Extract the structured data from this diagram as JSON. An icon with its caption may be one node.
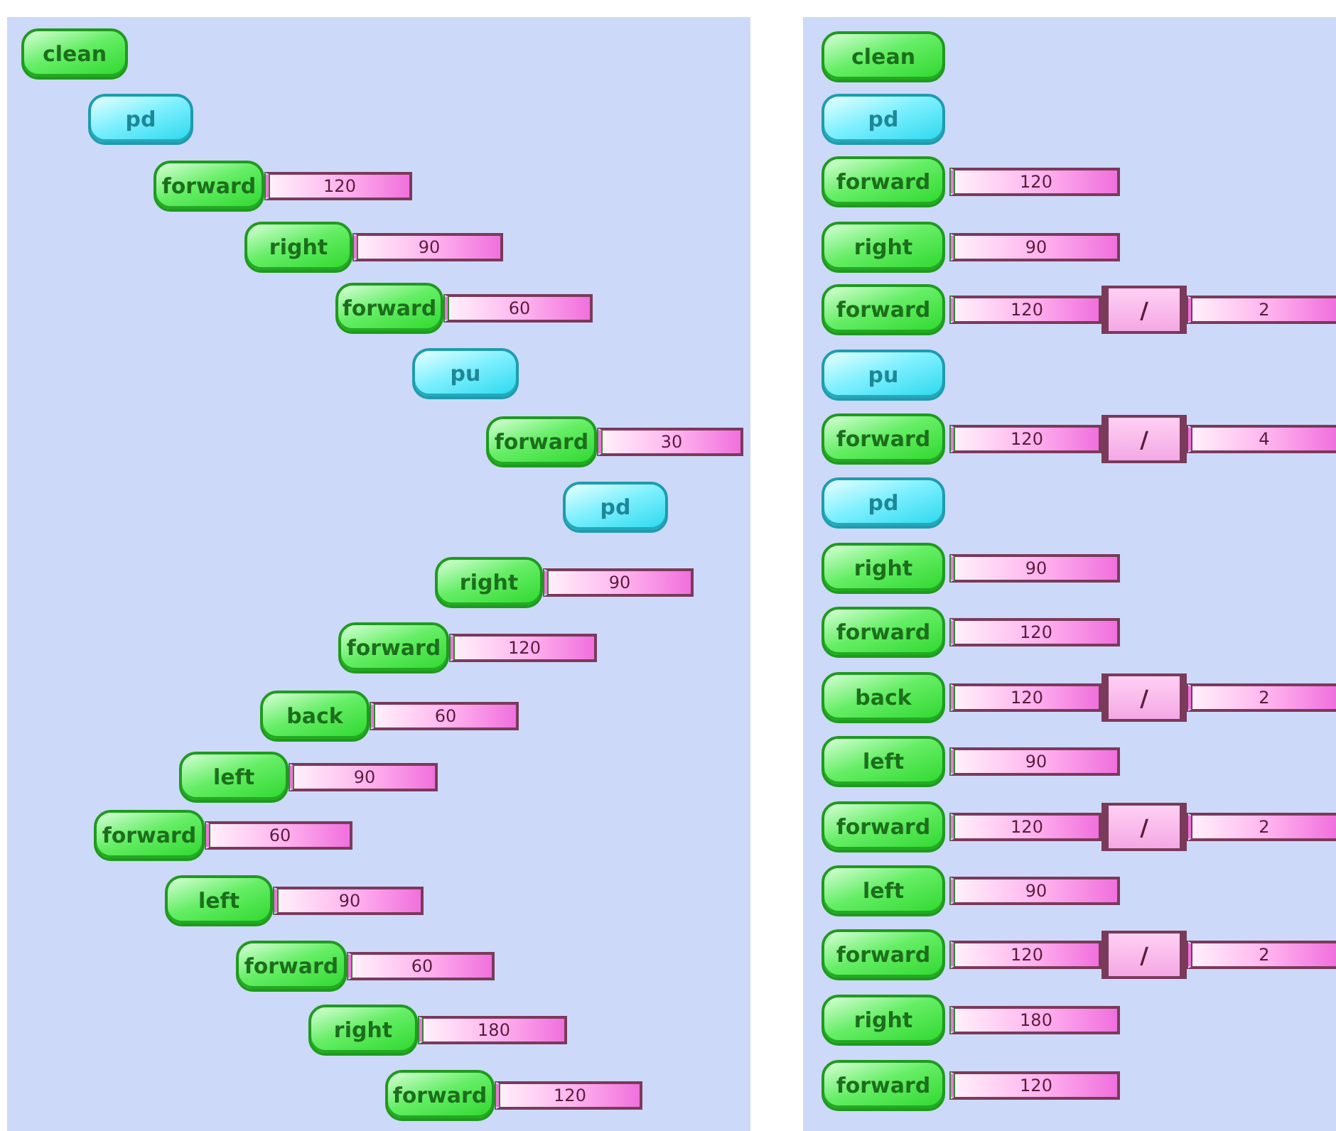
{
  "diagram": {
    "nodes": [
      {
        "text": [],
        "shape": "box"
      },
      {
        "text": [],
        "shape": "box"
      },
      {
        "text": [
          "clean"
        ],
        "in": 0
      },
      {
        "text": [
          "pd"
        ],
        "in": 0
      },
      {
        "text": [
          "forward"
        ],
        "in": 0
      },
      {
        "text": [
          "120"
        ],
        "in": 0
      },
      {
        "text": [
          "right"
        ],
        "in": 0
      },
      {
        "text": [
          "90"
        ],
        "in": 0
      },
      {
        "text": [
          "forward"
        ],
        "in": 0
      },
      {
        "text": [
          "60"
        ],
        "in": 0
      },
      {
        "text": [
          "pu"
        ],
        "in": 0
      },
      {
        "text": [
          "forward"
        ],
        "in": 0
      },
      {
        "text": [
          "30"
        ],
        "in": 0
      },
      {
        "text": [
          "pd"
        ],
        "in": 0
      },
      {
        "text": [
          "right"
        ],
        "in": 0
      },
      {
        "text": [
          "90"
        ],
        "in": 0
      },
      {
        "text": [
          "forward"
        ],
        "in": 0
      },
      {
        "text": [
          "120"
        ],
        "in": 0
      },
      {
        "text": [
          "back"
        ],
        "in": 0
      },
      {
        "text": [
          "60"
        ],
        "in": 0
      },
      {
        "text": [
          "left"
        ],
        "in": 0
      },
      {
        "text": [
          "90"
        ],
        "in": 0
      },
      {
        "text": [
          "forward"
        ],
        "in": 0
      },
      {
        "text": [
          "60"
        ],
        "in": 0
      },
      {
        "text": [
          "left"
        ],
        "in": 0
      },
      {
        "text": [
          "90"
        ],
        "in": 0
      },
      {
        "text": [
          "forward"
        ],
        "in": 0
      },
      {
        "text": [
          "60"
        ],
        "in": 0
      },
      {
        "text": [
          "right"
        ],
        "in": 0
      },
      {
        "text": [
          "180"
        ],
        "in": 0
      },
      {
        "text": [
          "forward"
        ],
        "in": 0
      },
      {
        "text": [
          "120"
        ],
        "in": 0
      },
      {
        "text": [
          "clean"
        ],
        "in": 1
      },
      {
        "text": [
          "pd"
        ],
        "in": 1
      },
      {
        "text": [
          "forward"
        ],
        "in": 1
      },
      {
        "text": [
          "120"
        ],
        "in": 1
      },
      {
        "text": [
          "right"
        ],
        "in": 1
      },
      {
        "text": [
          "90"
        ],
        "in": 1
      },
      {
        "text": [
          "forward"
        ],
        "in": 1
      },
      {
        "text": [
          "120"
        ],
        "in": 1
      },
      {
        "text": [
          "/"
        ],
        "in": 1
      },
      {
        "text": [
          "2"
        ],
        "in": 1
      },
      {
        "text": [
          "pu"
        ],
        "in": 1
      },
      {
        "text": [
          "forward"
        ],
        "in": 1
      },
      {
        "text": [
          "120"
        ],
        "in": 1
      },
      {
        "text": [
          "/"
        ],
        "in": 1
      },
      {
        "text": [
          "4"
        ],
        "in": 1
      },
      {
        "text": [
          "pd"
        ],
        "in": 1
      },
      {
        "text": [
          "right"
        ],
        "in": 1
      },
      {
        "text": [
          "90"
        ],
        "in": 1
      },
      {
        "text": [
          "forward"
        ],
        "in": 1
      },
      {
        "text": [
          "120"
        ],
        "in": 1
      },
      {
        "text": [
          "back"
        ],
        "in": 1
      },
      {
        "text": [
          "120"
        ],
        "in": 1
      },
      {
        "text": [
          "/"
        ],
        "in": 1
      },
      {
        "text": [
          "2"
        ],
        "in": 1
      },
      {
        "text": [
          "left"
        ],
        "in": 1
      },
      {
        "text": [
          "90"
        ],
        "in": 1
      },
      {
        "text": [
          "forward"
        ],
        "in": 1
      },
      {
        "text": [
          "120"
        ],
        "in": 1
      },
      {
        "text": [
          "/"
        ],
        "in": 1
      },
      {
        "text": [
          "2"
        ],
        "in": 1
      },
      {
        "text": [
          "left"
        ],
        "in": 1
      },
      {
        "text": [
          "90"
        ],
        "in": 1
      },
      {
        "text": [
          "forward"
        ],
        "in": 1
      },
      {
        "text": [
          "120"
        ],
        "in": 1
      },
      {
        "text": [
          "/"
        ],
        "in": 1
      },
      {
        "text": [
          "2"
        ],
        "in": 1
      },
      {
        "text": [
          "right"
        ],
        "in": 1
      },
      {
        "text": [
          "180"
        ],
        "in": 1
      },
      {
        "text": [
          "forward"
        ],
        "in": 1
      },
      {
        "text": [
          "120"
        ],
        "in": 1
      }
    ]
  }
}
